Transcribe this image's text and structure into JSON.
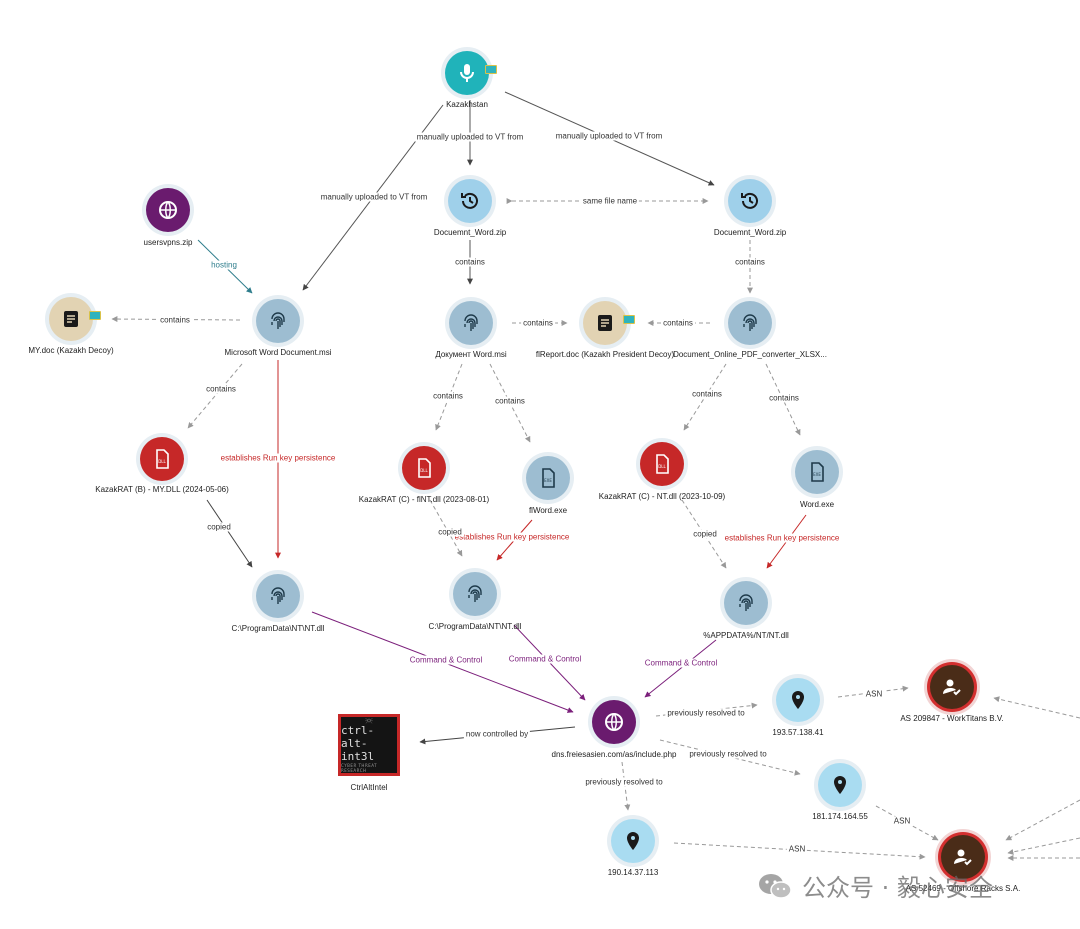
{
  "nodes": {
    "kazakhstan": {
      "label": "Kazakhstan",
      "icon": "microphone-icon"
    },
    "usersvpns": {
      "label": "usersvpns.zip",
      "icon": "globe-icon"
    },
    "zip1": {
      "label": "Docuemnt_Word.zip",
      "icon": "history-icon"
    },
    "zip2": {
      "label": "Docuemnt_Word.zip",
      "icon": "history-icon"
    },
    "mydoc": {
      "label": "MY.doc (Kazakh Decoy)",
      "icon": "document-icon"
    },
    "msi1": {
      "label": "Microsoft Word Document.msi",
      "icon": "fingerprint-icon"
    },
    "msi2": {
      "label": "Документ Word.msi",
      "icon": "fingerprint-icon"
    },
    "flreport": {
      "label": "flReport.doc (Kazakh President Decoy)",
      "icon": "document-icon"
    },
    "docconv": {
      "label": "Document_Online_PDF_converter_XLSX...",
      "icon": "fingerprint-icon"
    },
    "rat_b": {
      "label": "KazakRAT (B) - MY.DLL (2024-05-06)",
      "icon": "dll-file-icon"
    },
    "rat_c1": {
      "label": "KazakRAT (C) - flNT.dll (2023-08-01)",
      "icon": "dll-file-icon"
    },
    "flword": {
      "label": "flWord.exe",
      "icon": "exe-file-icon"
    },
    "rat_c2": {
      "label": "KazakRAT (C) - NT.dll (2023-10-09)",
      "icon": "dll-file-icon"
    },
    "wordexe": {
      "label": "Word.exe",
      "icon": "exe-file-icon"
    },
    "ntdll1": {
      "label": "C:\\ProgramData\\NT\\NT.dll",
      "icon": "fingerprint-icon"
    },
    "ntdll2": {
      "label": "C:\\ProgramData\\NT\\NT.dll",
      "icon": "fingerprint-icon"
    },
    "ntdll3": {
      "label": "%APPDATA%/NT/NT.dll",
      "icon": "fingerprint-icon"
    },
    "dns": {
      "label": "dns.freiesasien.com/as/include.php",
      "icon": "globe-icon"
    },
    "ctrl": {
      "label": "CtrlAltIntel",
      "icon": "spider-logo-icon"
    },
    "ip1": {
      "label": "193.57.138.41",
      "icon": "map-pin-icon"
    },
    "ip2": {
      "label": "181.174.164.55",
      "icon": "map-pin-icon"
    },
    "ip3": {
      "label": "190.14.37.113",
      "icon": "map-pin-icon"
    },
    "asn1": {
      "label": "AS 209847 - WorkTitans B.V.",
      "icon": "user-check-icon"
    },
    "asn2": {
      "label": "AS 52469 - Offshore Racks S.A.",
      "icon": "user-check-icon"
    }
  },
  "edges": {
    "e1": "manually uploaded to VT from",
    "e2": "manually uploaded to VT from",
    "e3": "manually uploaded to VT from",
    "e4": "same file name",
    "e5": "hosting",
    "e6": "contains",
    "e7": "contains",
    "e8": "contains",
    "e9": "contains",
    "e10": "contains",
    "e11": "contains",
    "e12": "contains",
    "e13": "contains",
    "e14": "contains",
    "e15": "establishes Run key persistence",
    "e16": "establishes Run key persistence",
    "e17": "establishes Run key persistence",
    "e18": "copied",
    "e19": "copied",
    "e20": "copied",
    "e21": "Command & Control",
    "e22": "Command & Control",
    "e23": "Command & Control",
    "e24": "now controlled by",
    "e25": "previously resolved to",
    "e26": "previously resolved to",
    "e27": "previously resolved to",
    "e28": "ASN",
    "e29": "ASN",
    "e30": "ASN"
  },
  "logo": {
    "text": "ctrl-alt-int3l",
    "subtext": "CYBER THREAT RESEARCH"
  },
  "watermark": {
    "text": "公众号 · 毅心安全",
    "icon": "wechat-icon"
  },
  "colors": {
    "persistence": "#c62828",
    "c2": "#7b1f7b",
    "hosting": "#2e7d8c"
  }
}
